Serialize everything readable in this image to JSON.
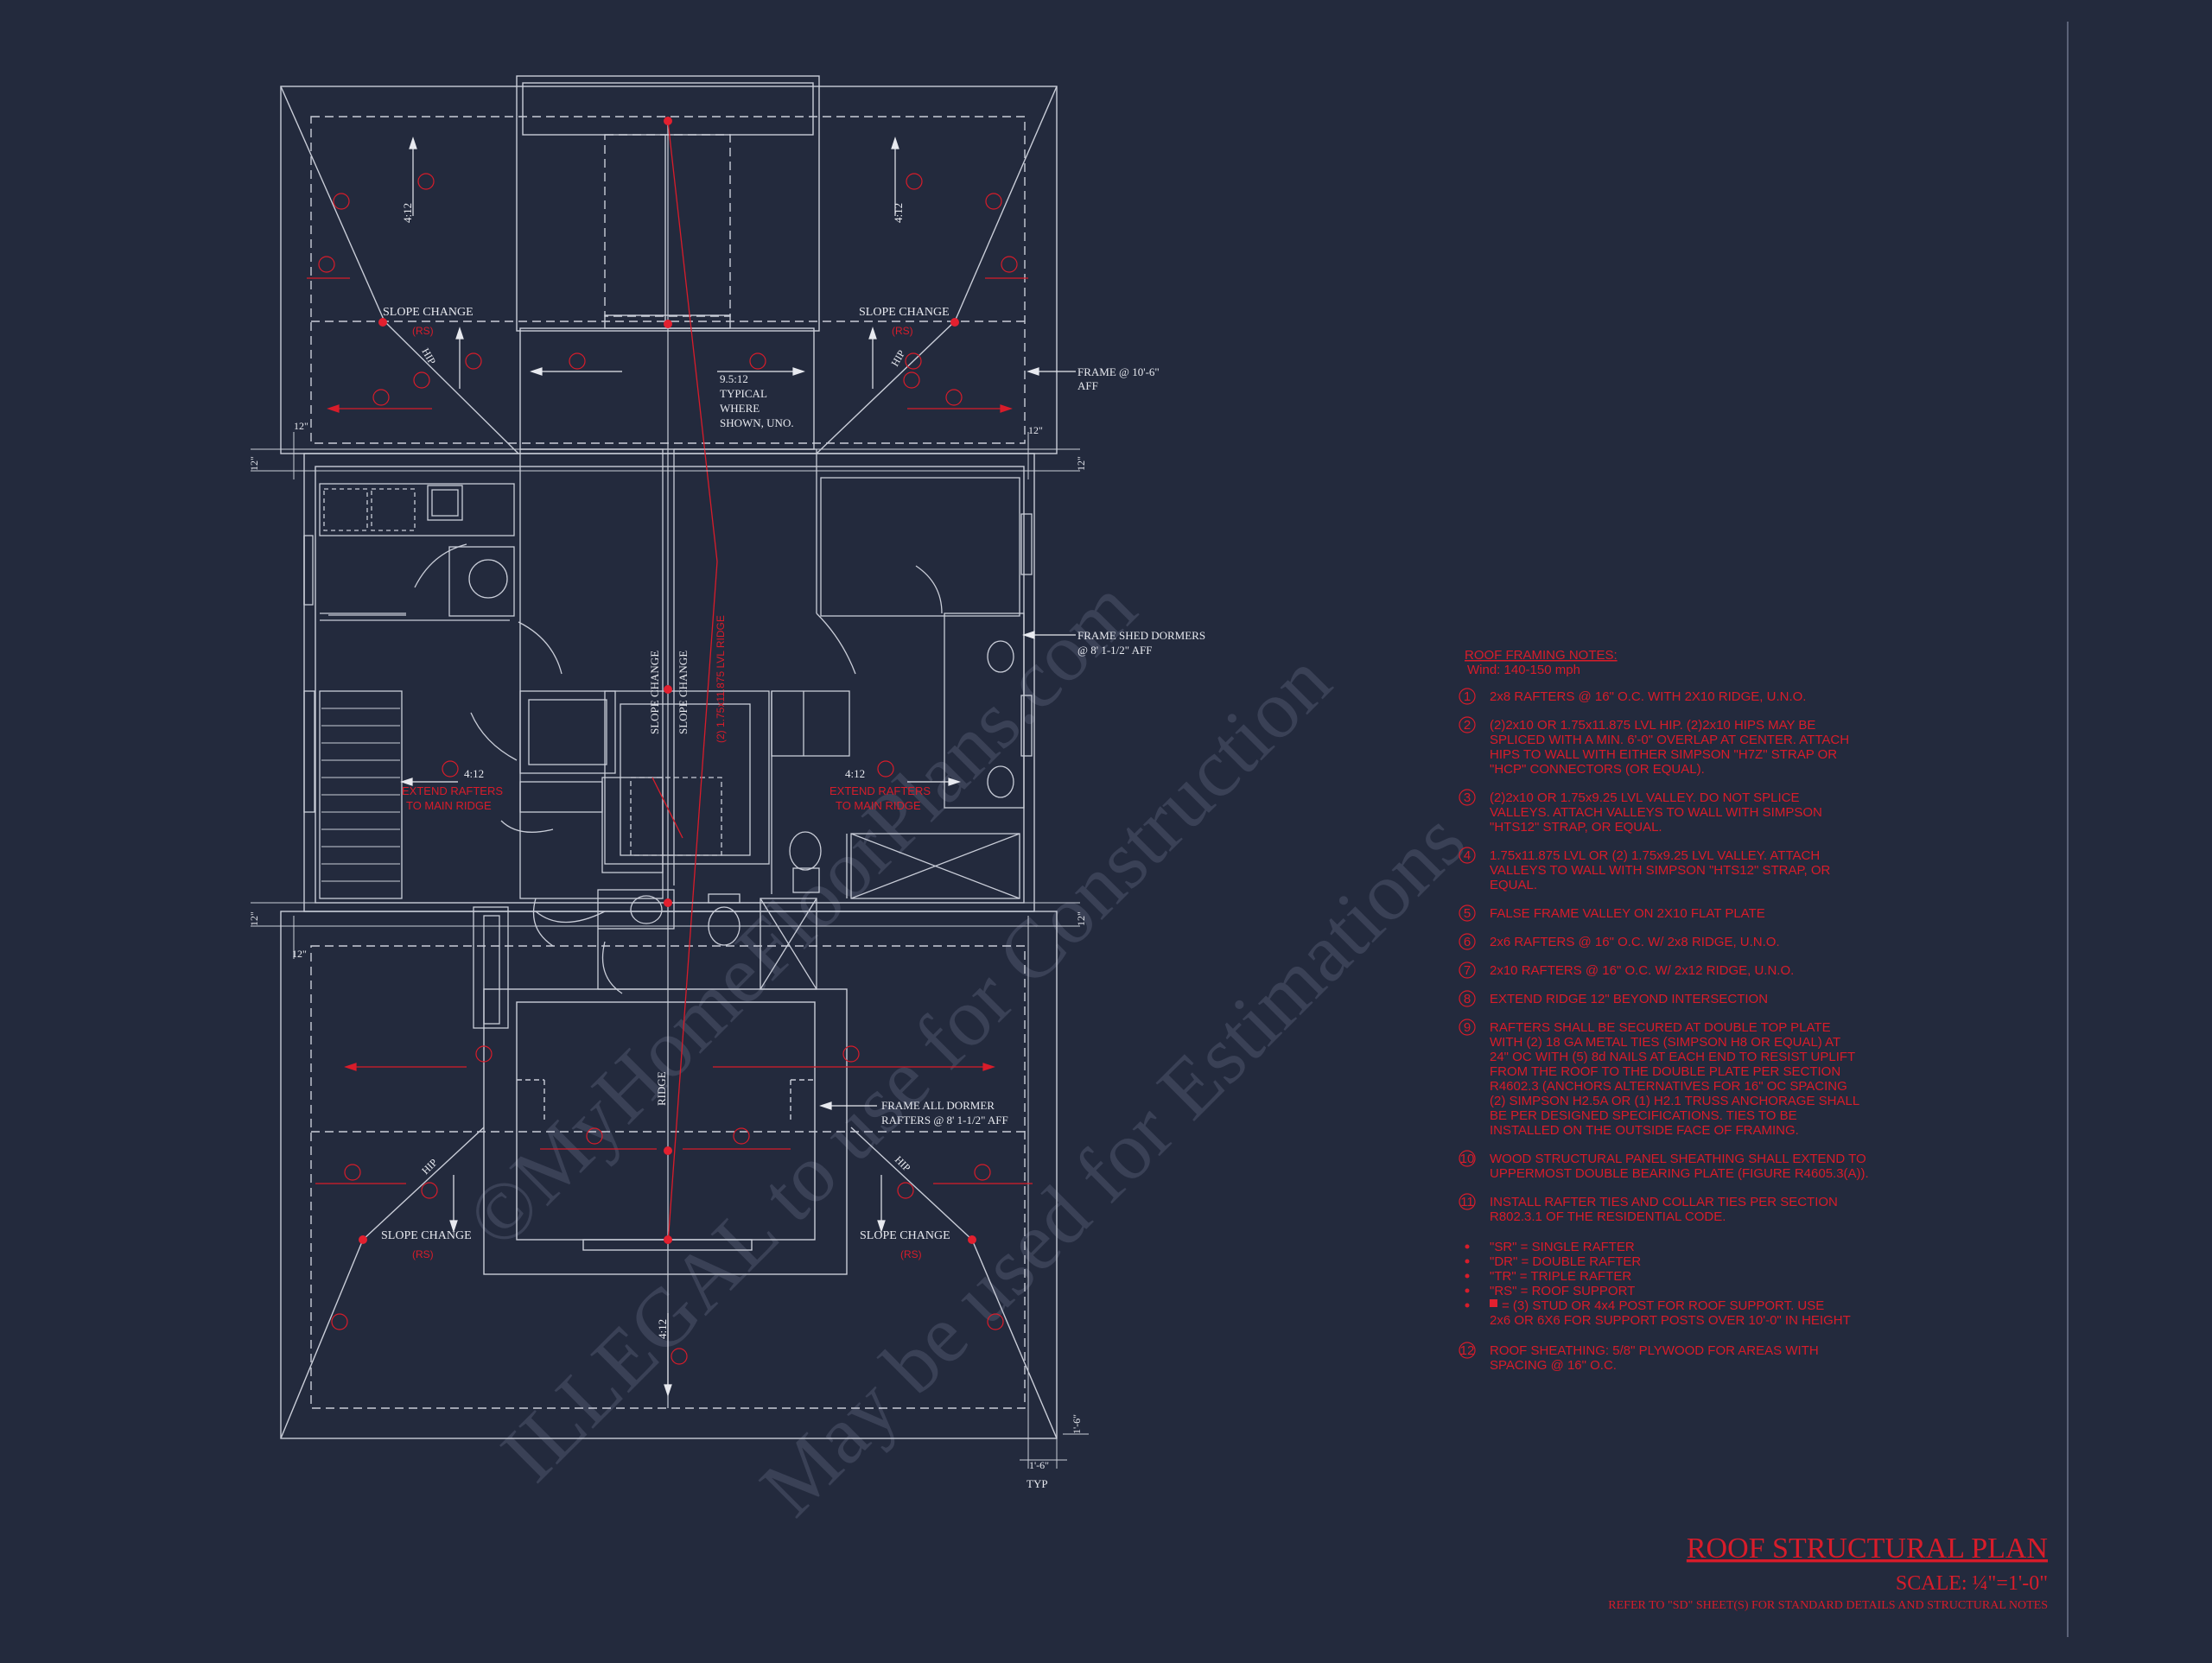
{
  "colors": {
    "background": "#232a3d",
    "linework": "#c9cdd8",
    "accent_red": "#d81c2a",
    "watermark": "#3a4156"
  },
  "watermark": {
    "line1": "©MyHomeFloorPlans.com",
    "line2": "ILLEGAL to use for Construction",
    "line3": "May be used for Estimations"
  },
  "plan_labels": {
    "slope_change": "SLOPE CHANGE",
    "rs": "(RS)",
    "hip": "HIP",
    "pitch_4_12": "4:12",
    "ridge": "RIDGE",
    "lvl_ridge": "(2) 1.75x11.875 LVL RIDGE",
    "typical": [
      "9.5:12",
      "TYPICAL",
      "WHERE",
      "SHOWN, UNO."
    ],
    "frame_10_6": [
      "FRAME @ 10'-6\"",
      "AFF"
    ],
    "frame_shed": [
      "FRAME SHED DORMERS",
      "@ 8' 1-1/2\" AFF"
    ],
    "frame_dormer": [
      "FRAME ALL DORMER",
      "RAFTERS @ 8' 1-1/2\" AFF"
    ],
    "extend_rafters": [
      "EXTEND RAFTERS",
      "TO MAIN RIDGE"
    ],
    "dim_12": "12\"",
    "dim_1_6": "1'-6\"",
    "typ": "TYP"
  },
  "notes": {
    "title": "ROOF FRAMING NOTES:",
    "subtitle": "Wind: 140-150 mph",
    "items": [
      {
        "num": "1",
        "lines": [
          "2x8 RAFTERS @ 16\" O.C. WITH 2X10 RIDGE, U.N.O."
        ]
      },
      {
        "num": "2",
        "lines": [
          "(2)2x10 OR 1.75x11.875 LVL HIP. (2)2x10 HIPS MAY BE",
          "SPLICED WITH A MIN. 6'-0\" OVERLAP AT CENTER. ATTACH",
          "HIPS TO WALL WITH EITHER SIMPSON \"H7Z\" STRAP OR",
          "\"HCP\" CONNECTORS (OR EQUAL)."
        ]
      },
      {
        "num": "3",
        "lines": [
          "(2)2x10 OR 1.75x9.25 LVL VALLEY.  DO NOT SPLICE",
          "VALLEYS.  ATTACH VALLEYS TO WALL WITH  SIMPSON",
          "\"HTS12\" STRAP, OR EQUAL."
        ]
      },
      {
        "num": "4",
        "lines": [
          "1.75x11.875 LVL OR (2) 1.75x9.25 LVL VALLEY.  ATTACH",
          "VALLEYS TO WALL WITH SIMPSON \"HTS12\" STRAP, OR",
          "EQUAL."
        ]
      },
      {
        "num": "5",
        "lines": [
          "FALSE FRAME VALLEY ON 2X10 FLAT PLATE"
        ]
      },
      {
        "num": "6",
        "lines": [
          "2x6 RAFTERS @ 16\" O.C. W/ 2x8 RIDGE, U.N.O."
        ]
      },
      {
        "num": "7",
        "lines": [
          "2x10 RAFTERS @ 16\" O.C. W/ 2x12 RIDGE, U.N.O."
        ]
      },
      {
        "num": "8",
        "lines": [
          "EXTEND RIDGE 12\" BEYOND INTERSECTION"
        ]
      },
      {
        "num": "9",
        "lines": [
          "RAFTERS SHALL BE SECURED AT DOUBLE TOP PLATE",
          "WITH (2) 18 GA METAL TIES (SIMPSON H8 OR EQUAL) AT",
          "24\" OC WITH (5) 8d NAILS AT EACH END TO RESIST UPLIFT",
          "FROM THE ROOF TO THE DOUBLE PLATE PER SECTION",
          "R4602.3 (ANCHORS ALTERNATIVES FOR 16\" OC SPACING",
          "(2) SIMPSON H2.5A OR (1) H2.1 TRUSS ANCHORAGE SHALL",
          "BE PER DESIGNED SPECIFICATIONS. TIES TO BE",
          "INSTALLED ON THE OUTSIDE FACE OF FRAMING."
        ]
      },
      {
        "num": "10",
        "lines": [
          "WOOD STRUCTURAL PANEL SHEATHING SHALL EXTEND TO",
          "UPPERMOST DOUBLE BEARING PLATE (FIGURE R4605.3(A))."
        ]
      },
      {
        "num": "11",
        "lines": [
          "INSTALL RAFTER TIES AND COLLAR TIES PER SECTION",
          "R802.3.1 OF THE  RESIDENTIAL CODE."
        ]
      }
    ],
    "bullets": [
      "\"SR\" = SINGLE RAFTER",
      "\"DR\" = DOUBLE RAFTER",
      "\"TR\" = TRIPLE RAFTER",
      "\"RS\" = ROOF SUPPORT"
    ],
    "post_note": [
      "= (3) STUD OR 4x4 POST FOR ROOF SUPPORT. USE",
      "2x6 OR 6X6 FOR SUPPORT POSTS OVER 10'-0\" IN HEIGHT"
    ],
    "last": {
      "num": "12",
      "lines": [
        "ROOF SHEATHING: 5/8\" PLYWOOD FOR AREAS WITH",
        "SPACING @ 16\" O.C."
      ]
    }
  },
  "title_block": {
    "title": "ROOF STRUCTURAL PLAN",
    "scale": "SCALE: ¼\"=1'-0\"",
    "reference": "REFER TO \"SD\" SHEET(S) FOR STANDARD DETAILS AND STRUCTURAL NOTES"
  }
}
